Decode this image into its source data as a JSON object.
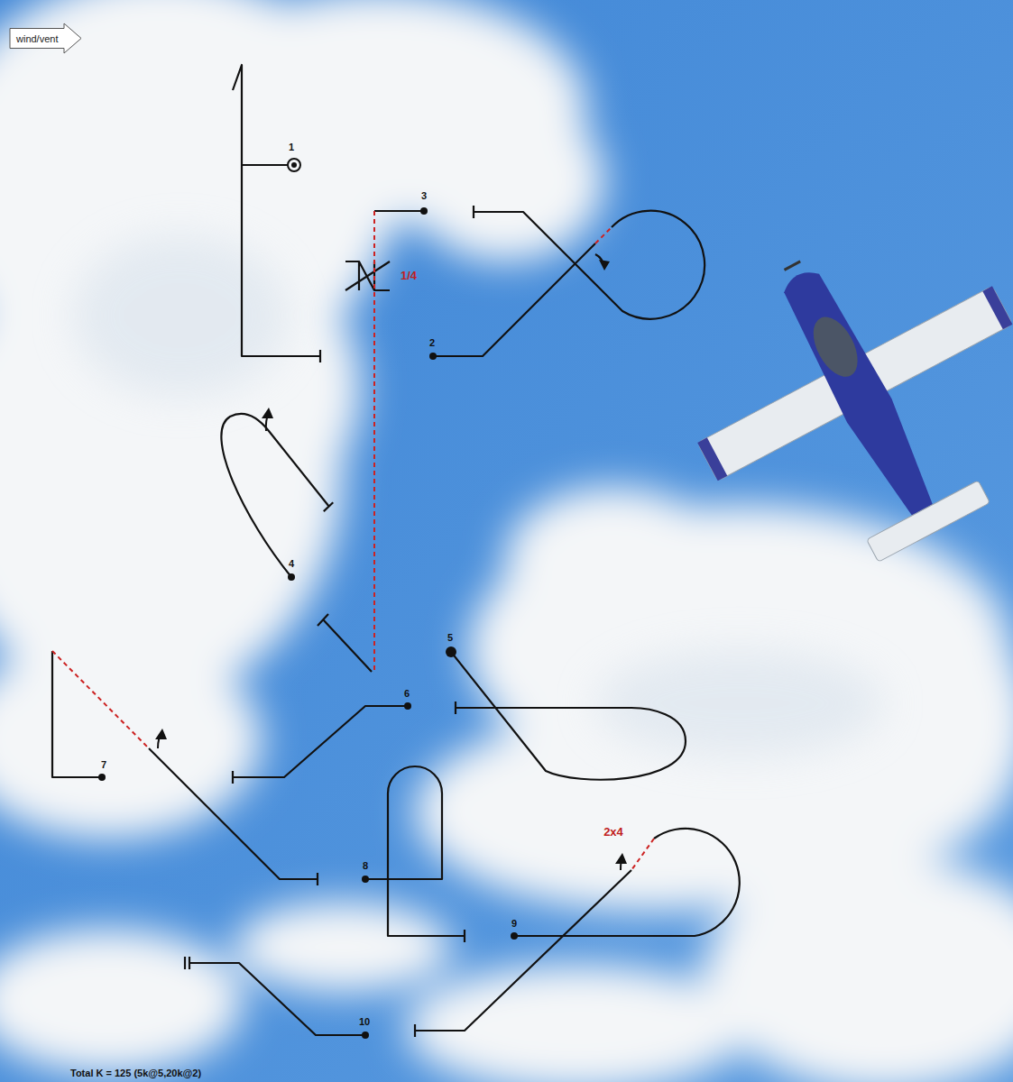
{
  "diagram": {
    "nodes": [
      {
        "text": [
          "wind/vent"
        ]
      }
    ],
    "labels": [
      "1",
      "1/4",
      "3",
      "2",
      "4",
      "5",
      "6",
      "7",
      "8",
      "2x4",
      "9",
      "10",
      "Total K = 125 (5k@5,20k@2)"
    ]
  }
}
